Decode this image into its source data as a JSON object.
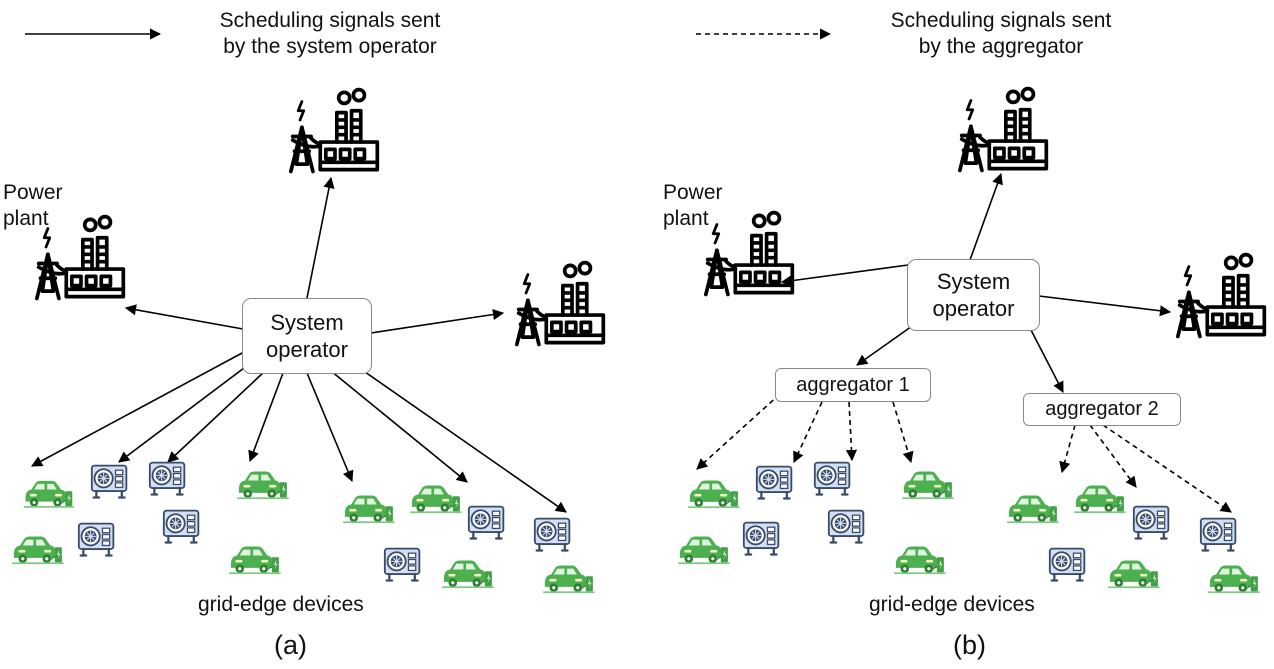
{
  "legend": {
    "solid": [
      "Scheduling signals sent",
      "by the system operator"
    ],
    "dashed": [
      "Scheduling signals sent",
      "by the aggregator"
    ]
  },
  "panel_a": {
    "power_plant": [
      "Power",
      "plant"
    ],
    "system_operator": [
      "System",
      "operator"
    ],
    "devices": "grid-edge devices",
    "caption": "(a)"
  },
  "panel_b": {
    "power_plant": [
      "Power",
      "plant"
    ],
    "system_operator": [
      "System",
      "operator"
    ],
    "aggregator_1": "aggregator 1",
    "aggregator_2": "aggregator 2",
    "devices": "grid-edge devices",
    "caption": "(b)"
  },
  "colors": {
    "ev": "#4caf50",
    "ev_dark": "#2e7d32",
    "heat_pump": "#3b4b66",
    "heat_pump_fill": "#cfe0f7",
    "box_border": "#8a8a8a"
  },
  "icons": [
    "power-plant-icon",
    "electric-car-icon",
    "heat-pump-icon"
  ]
}
